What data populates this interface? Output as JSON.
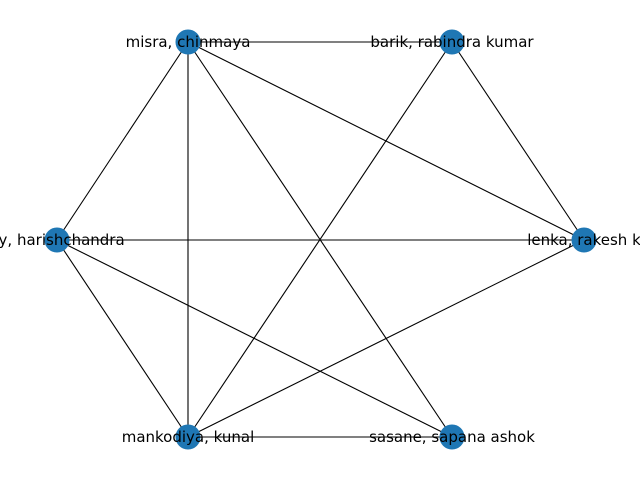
{
  "graph": {
    "type": "network",
    "node_color": "#1f77b4",
    "edge_color": "#000000",
    "nodes": [
      {
        "id": "misra",
        "label": "misra, chinmaya"
      },
      {
        "id": "barik",
        "label": "barik, rabindra kumar"
      },
      {
        "id": "lenka",
        "label": "lenka, rakesh k"
      },
      {
        "id": "sasane",
        "label": "sasane, sapana ashok"
      },
      {
        "id": "mankodiya",
        "label": "mankodiya, kunal"
      },
      {
        "id": "harish",
        "label": "ey, harishchandra"
      }
    ],
    "edges": [
      [
        "misra",
        "barik"
      ],
      [
        "misra",
        "harish"
      ],
      [
        "misra",
        "mankodiya"
      ],
      [
        "misra",
        "lenka"
      ],
      [
        "misra",
        "sasane"
      ],
      [
        "barik",
        "lenka"
      ],
      [
        "barik",
        "mankodiya"
      ],
      [
        "harish",
        "lenka"
      ],
      [
        "harish",
        "mankodiya"
      ],
      [
        "harish",
        "sasane"
      ],
      [
        "mankodiya",
        "sasane"
      ],
      [
        "mankodiya",
        "lenka"
      ]
    ]
  }
}
